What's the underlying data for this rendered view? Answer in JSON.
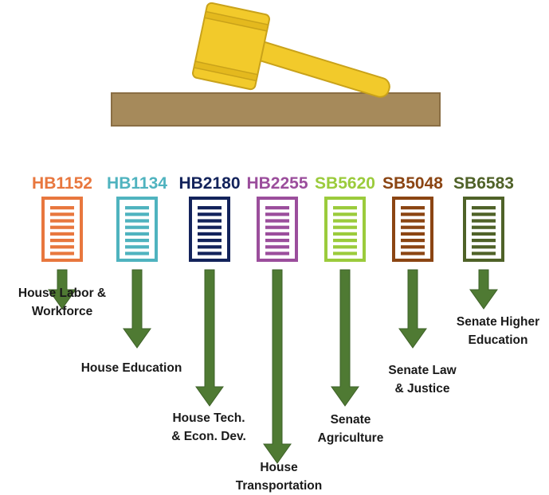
{
  "bills": [
    {
      "id": "HB1152",
      "color": "#E8773E",
      "committee": [
        "House Labor &",
        "Workforce"
      ]
    },
    {
      "id": "HB1134",
      "color": "#4FB3BF",
      "committee": [
        "House Education"
      ]
    },
    {
      "id": "HB2180",
      "color": "#13235B",
      "committee": [
        "House Tech.",
        "& Econ. Dev."
      ]
    },
    {
      "id": "HB2255",
      "color": "#9B4E9C",
      "committee": [
        "House",
        "Transportation"
      ]
    },
    {
      "id": "SB5620",
      "color": "#9BCB3C",
      "committee": [
        "Senate",
        "Agriculture"
      ]
    },
    {
      "id": "SB5048",
      "color": "#8B4513",
      "committee": [
        "Senate Law",
        "& Justice"
      ]
    },
    {
      "id": "SB6583",
      "color": "#4F6228",
      "committee": [
        "Senate Higher",
        "Education"
      ]
    }
  ],
  "arrow_color": "#4F7A33",
  "gavel": {
    "head_color": "#F2CA2B",
    "block_color": "#A68A5B"
  }
}
